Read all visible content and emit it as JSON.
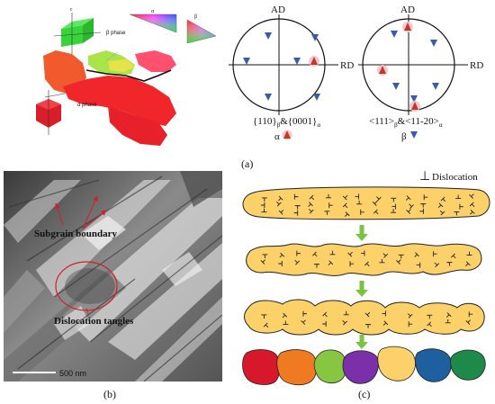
{
  "panel_a": {
    "map": {
      "beta_phase_label": "β phase",
      "alpha_phase_label": "α phase",
      "alpha_key_label": "α",
      "beta_key_label": "β",
      "unit_cell_marker": "c",
      "colors": {
        "grain_red": "#f0262a",
        "grain_orange": "#f05a2c",
        "grain_green": "#a8e44a",
        "cube_green": "#38d53a"
      }
    },
    "pole_figure_1": {
      "top_label": "AD",
      "right_label": "RD",
      "caption_main": "{110}",
      "caption_sub1": "β",
      "caption_mid": "&{0001}",
      "caption_sub2": "α",
      "legend_symbol_label": "α"
    },
    "pole_figure_2": {
      "top_label": "AD",
      "right_label": "RD",
      "caption_main": "<111>",
      "caption_sub1": "β",
      "caption_mid": "&<11-20>",
      "caption_sub2": "α",
      "legend_symbol_label": "β"
    },
    "panel_label": "(a)",
    "colors": {
      "beta_marker": "#3a5ba5",
      "alpha_marker": "#c0392b"
    }
  },
  "panel_b": {
    "annotation_1": "Subgrain boundary",
    "annotation_2": "Dislocation tangles",
    "scale_bar": "500 nm",
    "panel_label": "(b)",
    "colors": {
      "annotation": "#d0202a"
    }
  },
  "panel_c": {
    "legend_symbol": "⊥",
    "legend_text": "Dislocation",
    "panel_label": "(c)",
    "colors": {
      "grain_fill": "#fcd169",
      "arrow": "#7cc242",
      "final_grains": [
        "#d6182a",
        "#f07a22",
        "#86c640",
        "#7b2fa8",
        "#fcd169",
        "#1e5fa0",
        "#1e8a4a"
      ]
    }
  }
}
